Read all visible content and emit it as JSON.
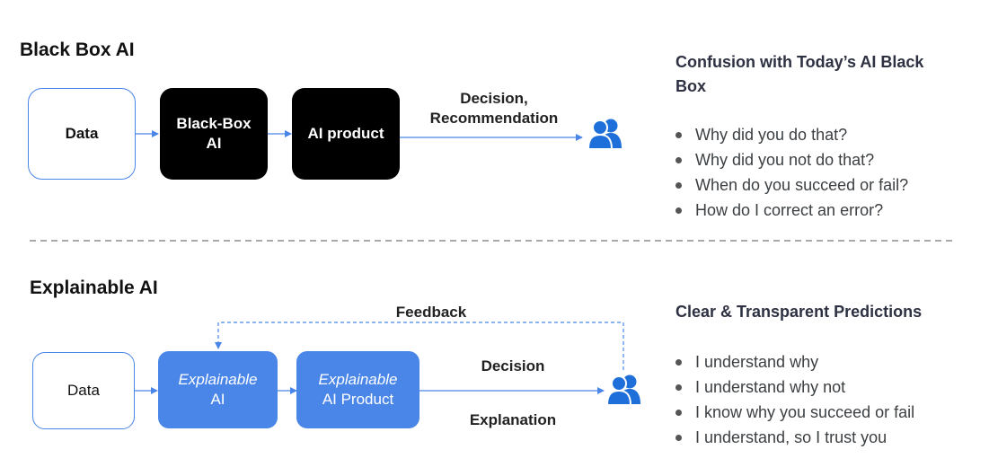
{
  "top": {
    "title": "Black Box AI",
    "boxes": {
      "data": "Data",
      "blackbox": [
        "Black-Box",
        "AI"
      ],
      "product": "AI product"
    },
    "output_label": [
      "Decision,",
      "Recommendation"
    ],
    "panel": {
      "heading": [
        "Confusion with Today’s AI Black",
        "Box"
      ],
      "bullets": [
        "Why did you do that?",
        "Why did you not do that?",
        "When do you succeed or fail?",
        "How do I correct an error?"
      ]
    }
  },
  "bottom": {
    "title": "Explainable AI",
    "boxes": {
      "data": "Data",
      "explainable_ai": [
        "Explainable",
        "AI"
      ],
      "explainable_product": [
        "Explainable",
        "AI Product"
      ]
    },
    "feedback_label": "Feedback",
    "decision_label": "Decision",
    "explanation_label": "Explanation",
    "panel": {
      "heading": "Clear & Transparent Predictions",
      "bullets": [
        "I understand why",
        "I understand why not",
        "I know why you succeed or fail",
        "I understand, so I trust you"
      ]
    }
  },
  "colors": {
    "accent_blue": "#4a86e8",
    "user_icon_blue": "#1e6fd9",
    "black_box": "#000000",
    "divider": "#777777"
  },
  "icons": [
    "users-icon",
    "arrow-right-icon"
  ]
}
